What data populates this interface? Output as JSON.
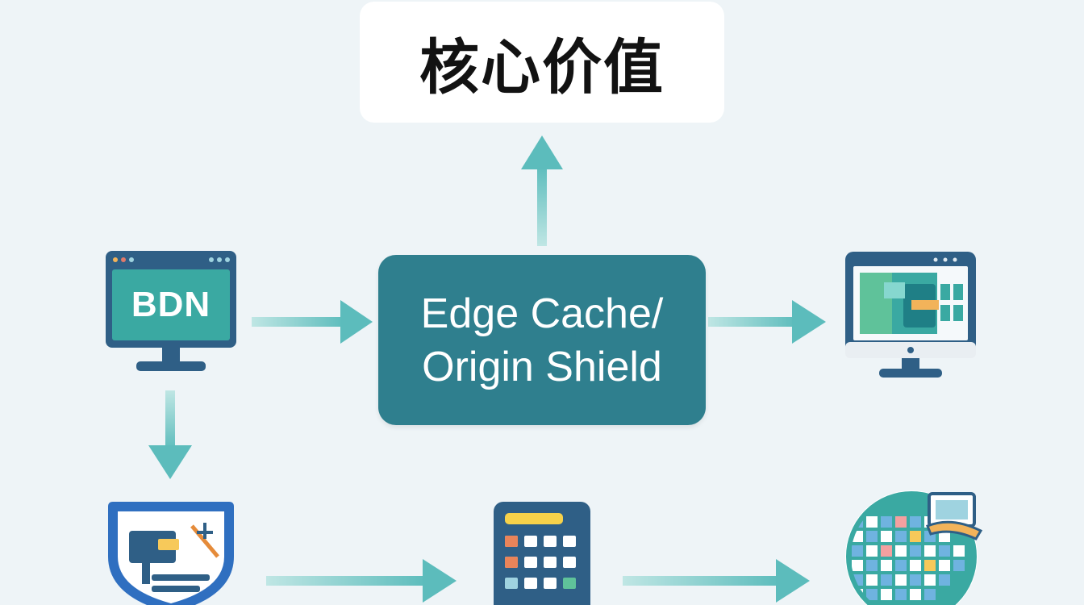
{
  "diagram": {
    "title": "核心价值",
    "source_label": "BDN",
    "center_line1": "Edge Cache/",
    "center_line2": "Origin Shield"
  },
  "colors": {
    "background": "#eef4f7",
    "center_box": "#2f7f8e",
    "arrow": "#6fc6c4",
    "monitor_frame": "#2f5f86",
    "screen_teal": "#3aa9a2"
  },
  "icons": [
    "bdn-monitor-icon",
    "client-monitor-icon",
    "security-shield-icon",
    "calculator-icon",
    "globe-grid-icon"
  ]
}
